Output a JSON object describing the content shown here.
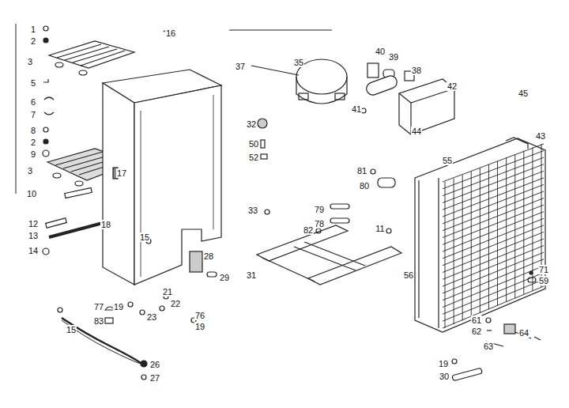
{
  "diagram": {
    "labels": [
      "1",
      "2",
      "16",
      "3",
      "5",
      "6",
      "7",
      "8",
      "2",
      "9",
      "3",
      "17",
      "10",
      "12",
      "18",
      "13",
      "14",
      "15",
      "28",
      "29",
      "21",
      "22",
      "77",
      "19",
      "83",
      "23",
      "76",
      "19",
      "15",
      "26",
      "27",
      "37",
      "35",
      "40",
      "39",
      "38",
      "42",
      "45",
      "41",
      "32",
      "50",
      "44",
      "43",
      "52",
      "55",
      "81",
      "80",
      "79",
      "33",
      "78",
      "11",
      "82",
      "31",
      "71",
      "59",
      "56",
      "61",
      "62",
      "64",
      "63",
      "19",
      "30"
    ]
  }
}
